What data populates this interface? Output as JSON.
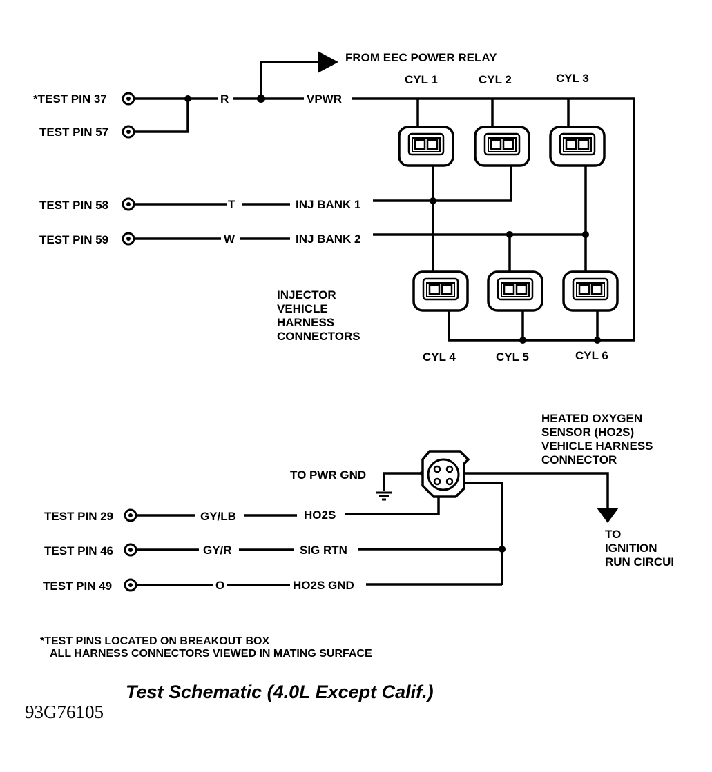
{
  "top": {
    "relay_label": "FROM EEC POWER RELAY",
    "cylinders_top": [
      "CYL 1",
      "CYL 2",
      "CYL 3"
    ],
    "cylinders_bottom": [
      "CYL 4",
      "CYL 5",
      "CYL 6"
    ],
    "pins": [
      {
        "label": "*TEST PIN 37"
      },
      {
        "label": "TEST PIN 57"
      },
      {
        "label": "TEST PIN 58"
      },
      {
        "label": "TEST PIN 59"
      }
    ],
    "wires": {
      "r": "R",
      "vpwr": "VPWR",
      "t": "T",
      "inj_bank1": "INJ BANK 1",
      "w": "W",
      "inj_bank2": "INJ BANK 2"
    },
    "connector_label": [
      "INJECTOR",
      "VEHICLE",
      "HARNESS",
      "CONNECTORS"
    ]
  },
  "bottom": {
    "sensor_label": [
      "HEATED OXYGEN",
      "SENSOR (HO2S)",
      "VEHICLE HARNESS",
      "CONNECTOR"
    ],
    "pwr_gnd": "TO PWR GND",
    "ignition_label": [
      "TO",
      "IGNITION",
      "RUN CIRCUI"
    ],
    "pins": [
      {
        "label": "TEST PIN 29",
        "color": "GY/LB",
        "signal": "HO2S"
      },
      {
        "label": "TEST PIN 46",
        "color": "GY/R",
        "signal": "SIG RTN"
      },
      {
        "label": "TEST PIN 49",
        "color": "O",
        "signal": "HO2S GND"
      }
    ]
  },
  "notes": [
    "*TEST PINS LOCATED ON BREAKOUT BOX",
    "ALL HARNESS CONNECTORS VIEWED IN MATING SURFACE"
  ],
  "title": "Test Schematic (4.0L Except Calif.)",
  "figure_code": "93G76105"
}
